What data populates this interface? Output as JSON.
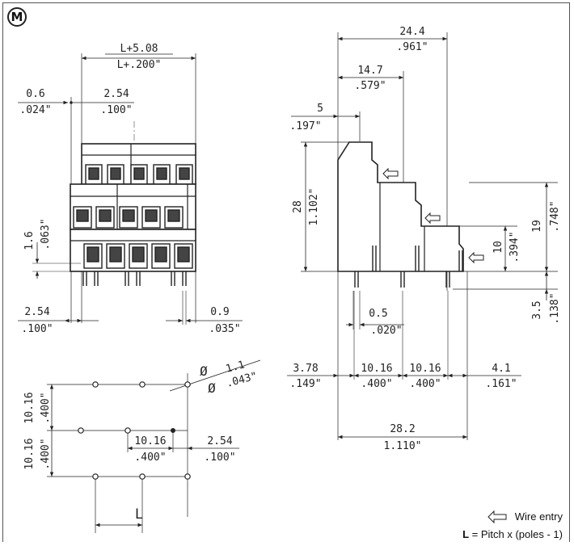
{
  "badge": "M",
  "dimensions": {
    "L_plus_mm": "L+5.08",
    "L_plus_in": "L+.200\"",
    "d0_6_mm": "0.6",
    "d0_6_in": ".024\"",
    "d2_54_mm": "2.54",
    "d2_54_in": ".100\"",
    "d1_6_mm": "1.6",
    "d1_6_in": ".063\"",
    "d2_54b_mm": "2.54",
    "d2_54b_in": ".100\"",
    "d0_9_mm": "0.9",
    "d0_9_in": ".035\"",
    "d24_4_mm": "24.4",
    "d24_4_in": ".961\"",
    "d14_7_mm": "14.7",
    "d14_7_in": ".579\"",
    "d5_mm": "5",
    "d5_in": ".197\"",
    "d28_mm": "28",
    "d28_in": "1.102\"",
    "d19_mm": "19",
    "d19_in": ".748\"",
    "d10_mm": "10",
    "d10_in": ".394\"",
    "d3_5_mm": "3.5",
    "d3_5_in": ".138\"",
    "d0_5_mm": "0.5",
    "d0_5_in": ".020\"",
    "d3_78_mm": "3.78",
    "d3_78_in": ".149\"",
    "d10_16a_mm": "10.16",
    "d10_16a_in": ".400\"",
    "d10_16b_mm": "10.16",
    "d10_16b_in": ".400\"",
    "d4_1_mm": "4.1",
    "d4_1_in": ".161\"",
    "d28_2_mm": "28.2",
    "d28_2_in": "1.110\"",
    "hole_dia_mm": "1.1",
    "hole_dia_in": ".043\"",
    "hole_dia_symbol": "Ø",
    "pcb_v1_mm": "10.16",
    "pcb_v1_in": ".400\"",
    "pcb_v2_mm": "10.16",
    "pcb_v2_in": ".400\"",
    "pcb_h_mm": "10.16",
    "pcb_h_in": ".400\"",
    "pcb_pitch_mm": "2.54",
    "pcb_pitch_in": ".100\"",
    "pcb_L": "L"
  },
  "legend": {
    "wire_entry": "Wire entry",
    "L_bold": "L",
    "L_formula": " = Pitch x (poles - 1)"
  }
}
